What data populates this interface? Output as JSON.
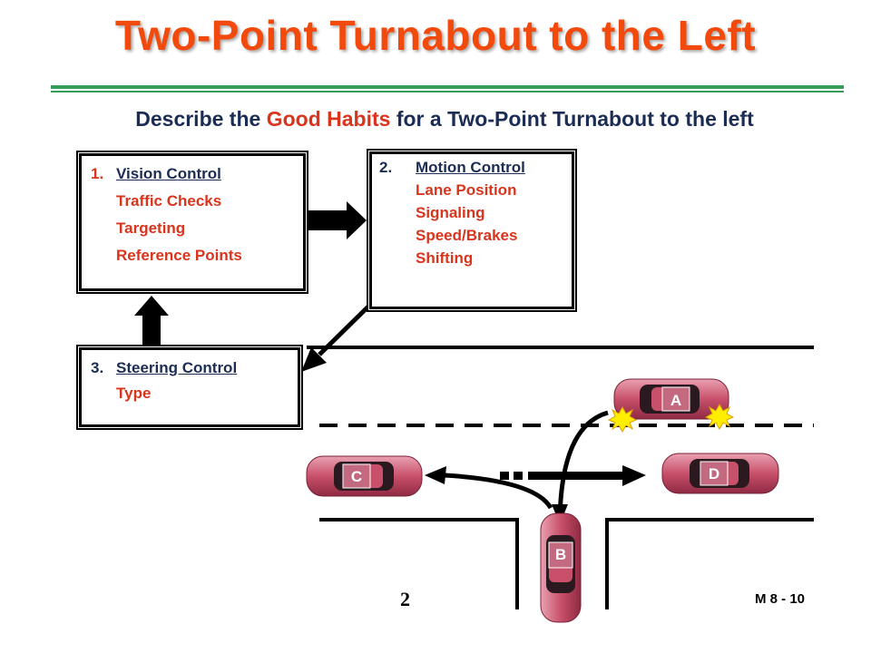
{
  "title": "Two-Point Turnabout to the Left",
  "subtitle": {
    "prefix": "Describe the ",
    "highlight": "Good Habits",
    "suffix": " for a Two-Point Turnabout to the left"
  },
  "boxes": {
    "vision": {
      "number": "1.",
      "heading": "Vision Control",
      "items": [
        "Traffic Checks",
        "Targeting",
        "Reference Points"
      ]
    },
    "motion": {
      "number": "2.",
      "heading": "Motion Control",
      "items": [
        "Lane Position",
        "Signaling",
        "Speed/Brakes",
        "Shifting"
      ]
    },
    "steering": {
      "number": "3.",
      "heading": "Steering Control",
      "items": [
        "Type"
      ]
    }
  },
  "cars": {
    "a": "A",
    "b": "B",
    "c": "C",
    "d": "D"
  },
  "footer": {
    "slide_number": "2",
    "page_ref": "M 8 - 10"
  },
  "colors": {
    "title": "#f24a0c",
    "highlight": "#d9341c",
    "subtitle_text": "#1c2d55",
    "rule": "#3a9c5a",
    "car_body": "#c9506b"
  }
}
